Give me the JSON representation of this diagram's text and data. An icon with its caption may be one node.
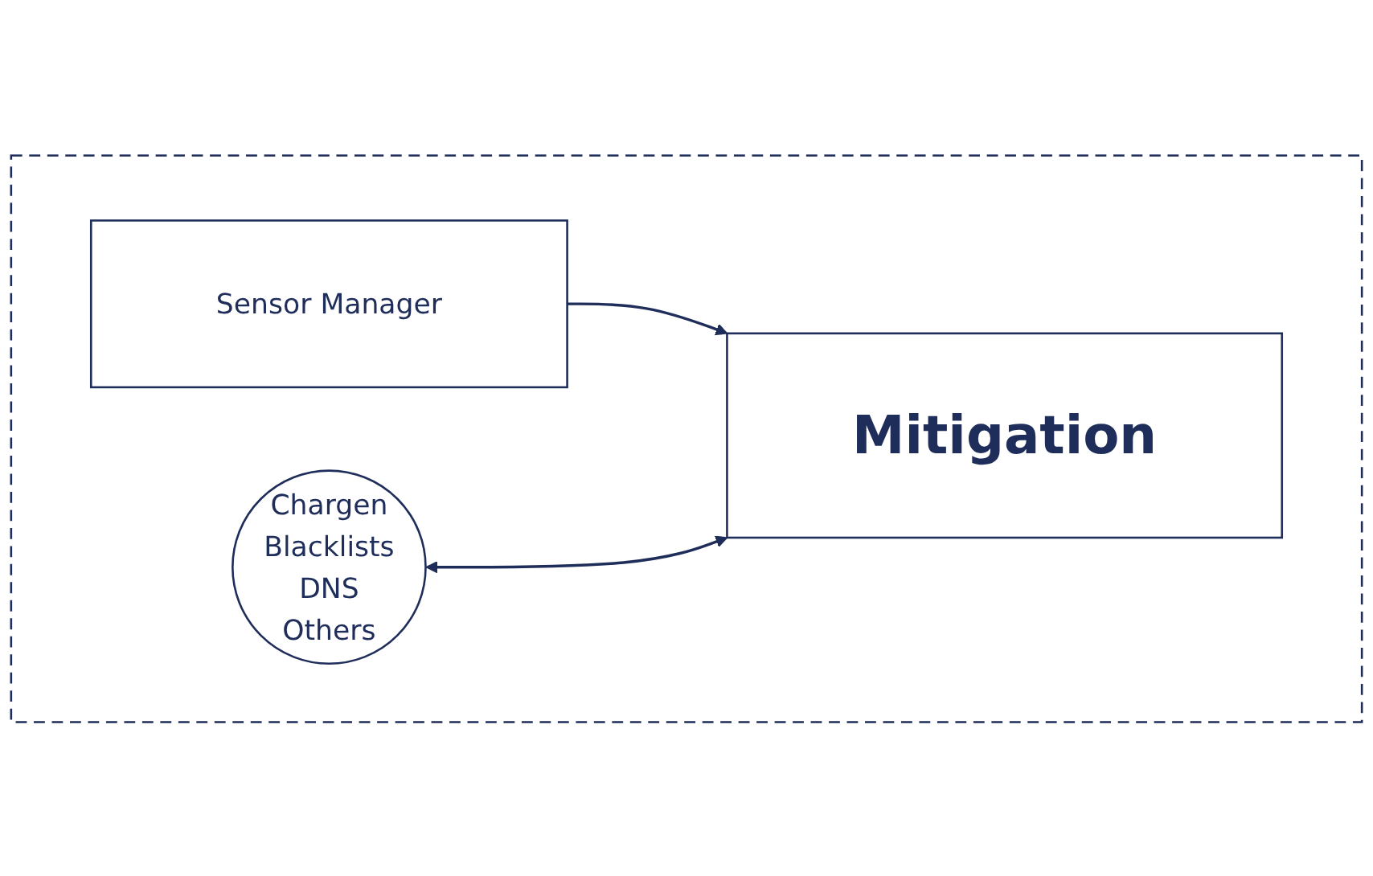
{
  "diagram": {
    "nodes": [
      {
        "text": [],
        "shape": "box"
      },
      {
        "text": [
          "Chargen",
          "Blacklists",
          "DNS",
          "Others"
        ],
        "in": 0
      },
      {
        "text": [
          "Sensor Manager"
        ],
        "in": 0
      },
      {
        "text": [
          "Mitigation"
        ],
        "in": 0
      }
    ],
    "edges": [
      {
        "from": 2,
        "to": 3,
        "arrow": "to"
      },
      {
        "from": 1,
        "to": 3,
        "arrow": "both"
      }
    ]
  }
}
